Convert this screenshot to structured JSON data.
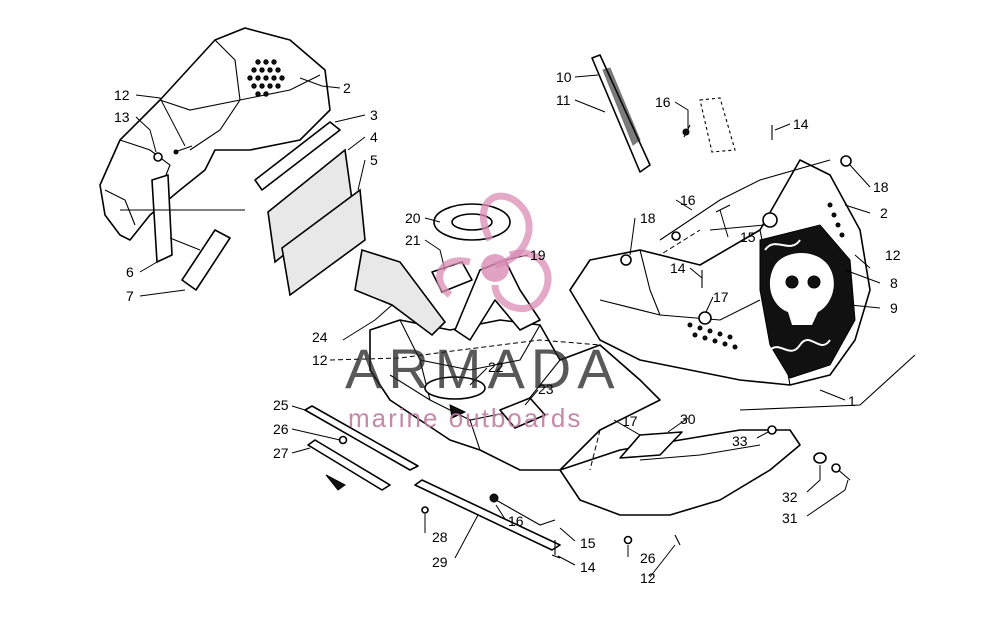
{
  "watermark": {
    "title": "ARMADA",
    "subtitle": "marine outboards",
    "colors": {
      "title": "#222222",
      "subtitle": "#c07da0",
      "logo": "#d98cb4"
    }
  },
  "callouts": [
    "2",
    "3",
    "4",
    "5",
    "12",
    "13",
    "6",
    "7",
    "10",
    "11",
    "16",
    "14",
    "18",
    "2",
    "16",
    "15",
    "18",
    "12",
    "14",
    "17",
    "8",
    "9",
    "20",
    "21",
    "19",
    "24",
    "12",
    "22",
    "23",
    "1",
    "25",
    "26",
    "27",
    "17",
    "30",
    "33",
    "32",
    "31",
    "16",
    "28",
    "29",
    "15",
    "14",
    "26",
    "12"
  ]
}
